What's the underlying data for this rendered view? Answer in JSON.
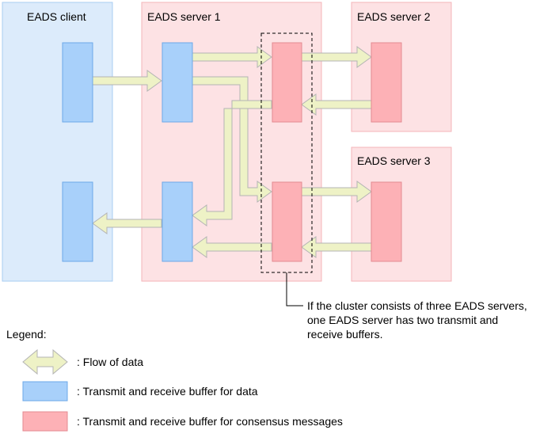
{
  "colors": {
    "client_region": "#dcebfb",
    "client_region_border": "#a9cdf1",
    "server_region": "#fde2e4",
    "server_region_border": "#f4b4b9",
    "data_buffer": "#a8d0fa",
    "data_buffer_border": "#6da8e8",
    "consensus_buffer": "#fdb1b6",
    "consensus_buffer_border": "#e48a91",
    "flow_fill": "#eef2c6",
    "flow_stroke": "#b4b4b4"
  },
  "regions": {
    "client": "EADS client",
    "server1": "EADS server 1",
    "server2": "EADS server 2",
    "server3": "EADS server 3"
  },
  "note": {
    "line1": "If the cluster consists of three EADS servers,",
    "line2": "one EADS server has two transmit and",
    "line3": "receive buffers."
  },
  "legend": {
    "title": "Legend:",
    "flow": ": Flow of data",
    "data_buffer": ": Transmit and receive buffer for data",
    "consensus_buffer": ": Transmit and receive buffer for consensus messages"
  },
  "icons": {
    "flow": "double-arrow-icon"
  }
}
